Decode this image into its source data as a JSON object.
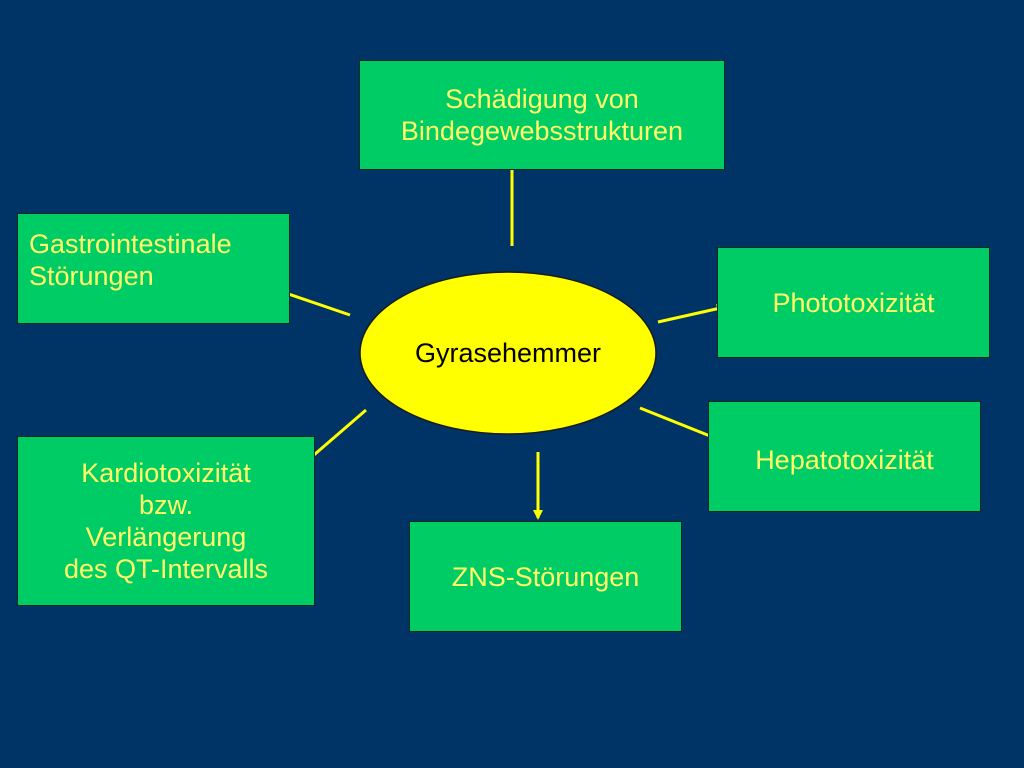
{
  "diagram": {
    "center": {
      "label": "Gyrasehemmer",
      "fill": "#ffff00"
    },
    "box_fill": "#00cc66",
    "box_text_color": "#ffff66",
    "arrow_color": "#ffff00",
    "background": "#003366",
    "nodes": {
      "bindegewebe": "Schädigung von\nBindegewebsstrukturen",
      "gastro": "Gastrointestinale\nStörungen",
      "photo": "Phototoxizität",
      "hepato": "Hepatotoxizität",
      "kardio": "Kardiotoxizität\nbzw.\nVerlängerung\ndes QT-Intervalls",
      "zns": "ZNS-Störungen"
    }
  }
}
